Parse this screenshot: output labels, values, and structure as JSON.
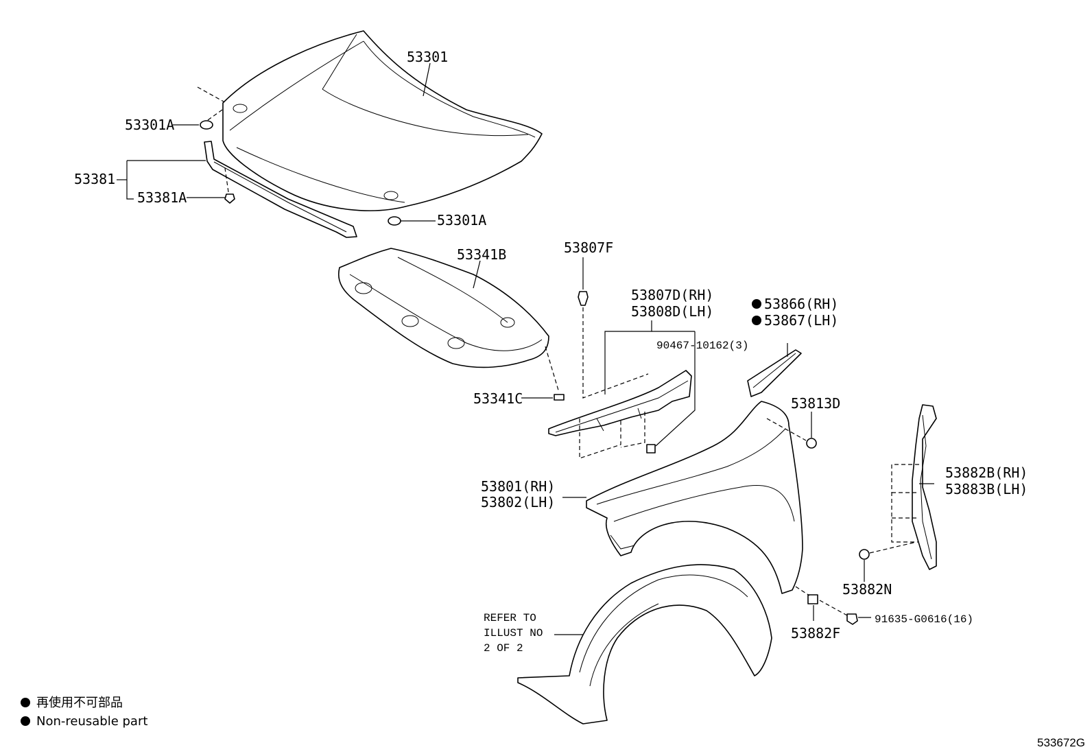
{
  "labels": {
    "p53301": "53301",
    "p53301A_top": "53301A",
    "p53301A_bottom": "53301A",
    "p53381": "53381",
    "p53381A": "53381A",
    "p53341B": "53341B",
    "p53341C": "53341C",
    "p53807F": "53807F",
    "p53807D": "53807D(RH)",
    "p53808D": "53808D(LH)",
    "p90467": "90467-10162(3)",
    "p53866": "53866(RH)",
    "p53867": "53867(LH)",
    "p53813D": "53813D",
    "p53801": "53801(RH)",
    "p53802": "53802(LH)",
    "p53882B": "53882B(RH)",
    "p53883B": "53883B(LH)",
    "p53882N": "53882N",
    "p53882F": "53882F",
    "p91635": "91635-G0616(16)"
  },
  "refer_note": [
    "REFER TO",
    "ILLUST NO",
    "2 OF 2"
  ],
  "legend": {
    "japanese": "再使用不可部品",
    "english": "Non-reusable part"
  },
  "drawing_code": "533672G"
}
